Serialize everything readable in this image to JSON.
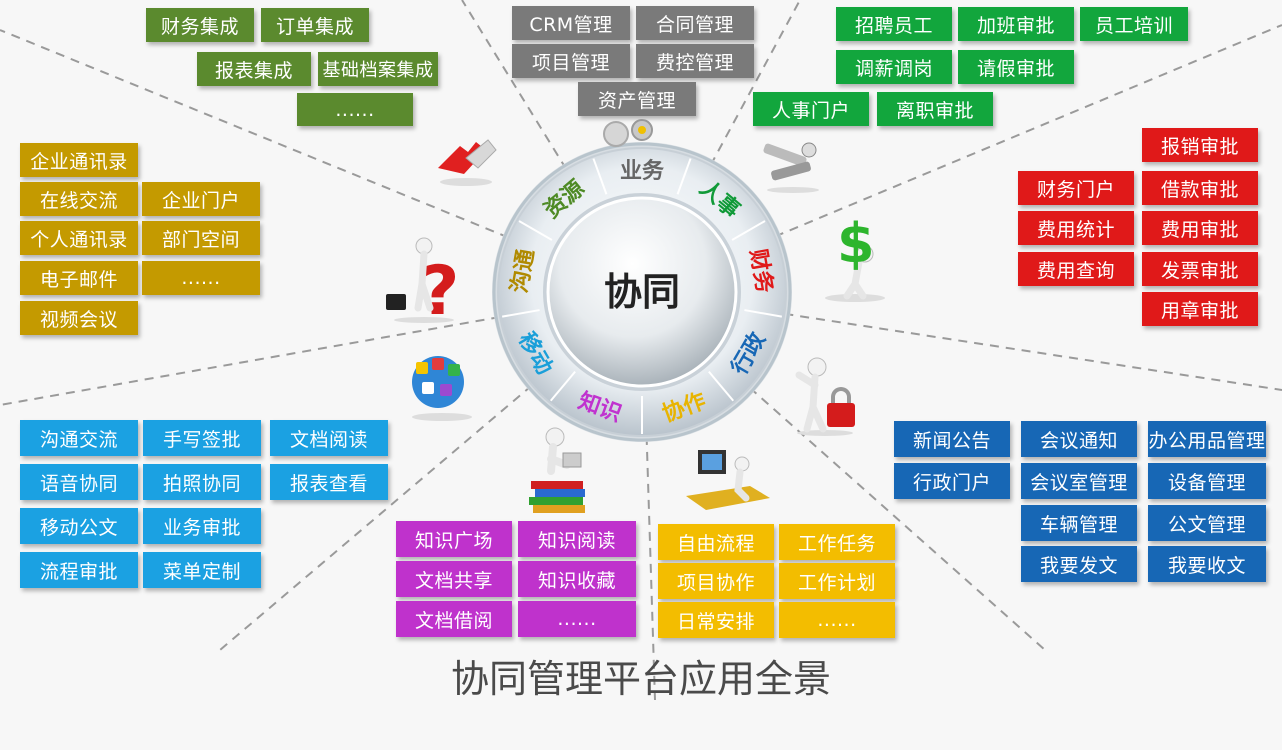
{
  "center": {
    "title": "协同",
    "segments": [
      {
        "label": "业务",
        "color": "#666666"
      },
      {
        "label": "人事",
        "color": "#109a38"
      },
      {
        "label": "财务",
        "color": "#e01919"
      },
      {
        "label": "行政",
        "color": "#1767b5"
      },
      {
        "label": "协作",
        "color": "#e8b400"
      },
      {
        "label": "知识",
        "color": "#c032cf"
      },
      {
        "label": "移动",
        "color": "#1a9fd9"
      },
      {
        "label": "沟通",
        "color": "#b08a00"
      },
      {
        "label": "资源",
        "color": "#4e8a25"
      }
    ]
  },
  "groups": {
    "resource": [
      "财务集成",
      "订单集成",
      "报表集成",
      "基础档案集成",
      "......"
    ],
    "business": [
      "CRM管理",
      "合同管理",
      "项目管理",
      "费控管理",
      "资产管理"
    ],
    "hr": [
      "招聘员工",
      "加班审批",
      "员工培训",
      "调薪调岗",
      "请假审批",
      "人事门户",
      "离职审批"
    ],
    "finance": [
      "报销审批",
      "财务门户",
      "借款审批",
      "费用统计",
      "费用审批",
      "费用查询",
      "发票审批",
      "用章审批"
    ],
    "communication": [
      "企业通讯录",
      "在线交流",
      "企业门户",
      "个人通讯录",
      "部门空间",
      "电子邮件",
      "......",
      "视频会议"
    ],
    "mobile": [
      "沟通交流",
      "手写签批",
      "文档阅读",
      "语音协同",
      "拍照协同",
      "报表查看",
      "移动公文",
      "业务审批",
      "流程审批",
      "菜单定制"
    ],
    "knowledge": [
      "知识广场",
      "知识阅读",
      "文档共享",
      "知识收藏",
      "文档借阅",
      "......"
    ],
    "collaboration": [
      "自由流程",
      "工作任务",
      "项目协作",
      "工作计划",
      "日常安排",
      "......"
    ],
    "admin": [
      "新闻公告",
      "会议通知",
      "办公用品管理",
      "行政门户",
      "会议室管理",
      "设备管理",
      "车辆管理",
      "公文管理",
      "我要发文",
      "我要收文"
    ]
  },
  "icons": [
    "puzzle-icon",
    "gears-icon",
    "tools-icon",
    "money-figure-icon",
    "lock-key-icon",
    "computer-desk-icon",
    "books-reader-icon",
    "apps-globe-icon",
    "question-mark-figure-icon"
  ],
  "caption": "协同管理平台应用全景"
}
